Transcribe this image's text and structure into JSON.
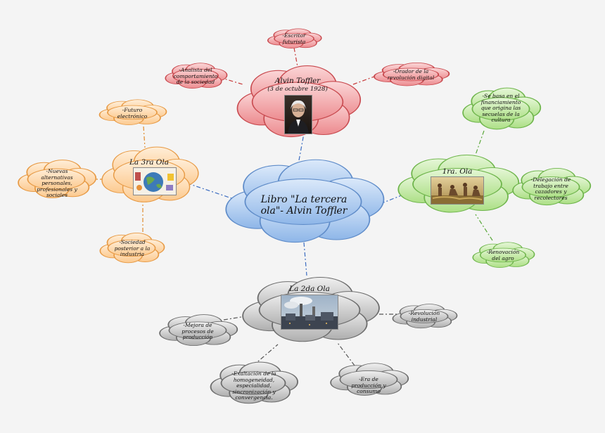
{
  "central": {
    "text": "Libro \"La tercera ola\"- Alvin Toffler"
  },
  "author": {
    "name": "Alvin Toffler",
    "date": "(3 de octubre 1928)",
    "children": [
      "-Escritor futurista",
      "-Analista del comportamiento de la sociedad",
      "-Orador de la revolución digital"
    ]
  },
  "third_wave": {
    "title": "La 3ra Ola",
    "children": [
      "-Futuro electrónico",
      "-Nuevas alternativas personales, profesionales y sociales",
      "-Sociedad posterior a la industria"
    ]
  },
  "first_wave": {
    "title": "1ra. Ola",
    "children": [
      "-Se basa en el financiamiento que origina las secuelas de la cultura",
      "-Delegación de trabajo entre cazadores y recolectores",
      "-Renovación del agro"
    ]
  },
  "second_wave": {
    "title": "La 2da Ola",
    "children": [
      "-Revolución industrial",
      "-Mejora de procesos de producción",
      "-Exaltación de la homogeneidad, especialidad, sincronización y convergencia.",
      "-Era de producción y consumo"
    ]
  },
  "colors": {
    "blue": "#a9c8ee",
    "red": "#f2a3a6",
    "orange": "#fdd8a8",
    "green": "#c6eaa8",
    "gray": "#cdcdcd"
  }
}
